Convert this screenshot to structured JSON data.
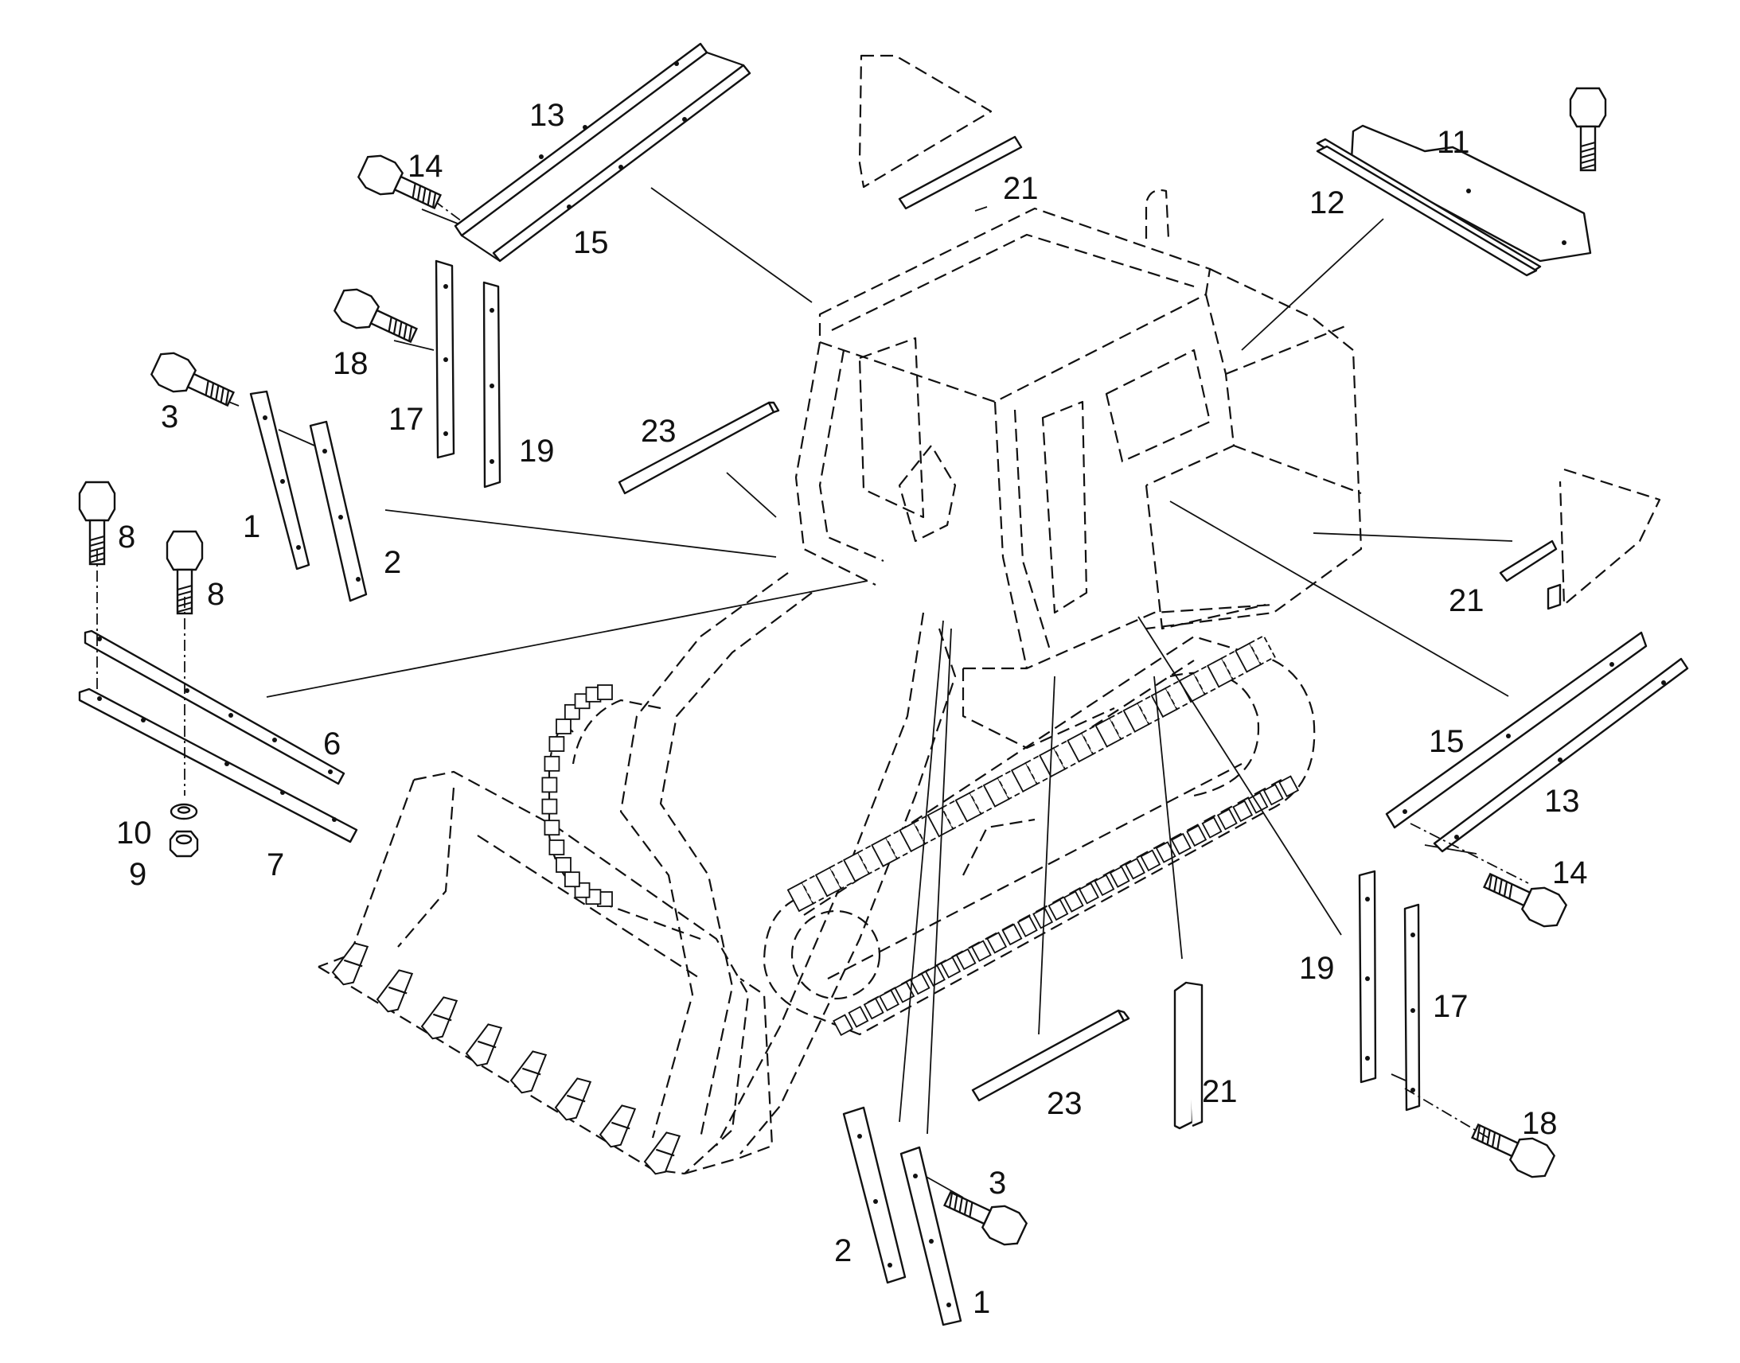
{
  "callouts": [
    {
      "text": "13"
    },
    {
      "text": "14"
    },
    {
      "text": "15"
    },
    {
      "text": "18"
    },
    {
      "text": "17"
    },
    {
      "text": "19"
    },
    {
      "text": "3"
    },
    {
      "text": "1"
    },
    {
      "text": "2"
    },
    {
      "text": "8"
    },
    {
      "text": "8"
    },
    {
      "text": "6"
    },
    {
      "text": "7"
    },
    {
      "text": "10"
    },
    {
      "text": "9"
    },
    {
      "text": "23"
    },
    {
      "text": "21"
    },
    {
      "text": "11"
    },
    {
      "text": "12"
    },
    {
      "text": "21"
    },
    {
      "text": "15"
    },
    {
      "text": "13"
    },
    {
      "text": "14"
    },
    {
      "text": "19"
    },
    {
      "text": "17"
    },
    {
      "text": "18"
    },
    {
      "text": "21"
    },
    {
      "text": "23"
    },
    {
      "text": "3"
    },
    {
      "text": "2"
    },
    {
      "text": "1"
    }
  ]
}
